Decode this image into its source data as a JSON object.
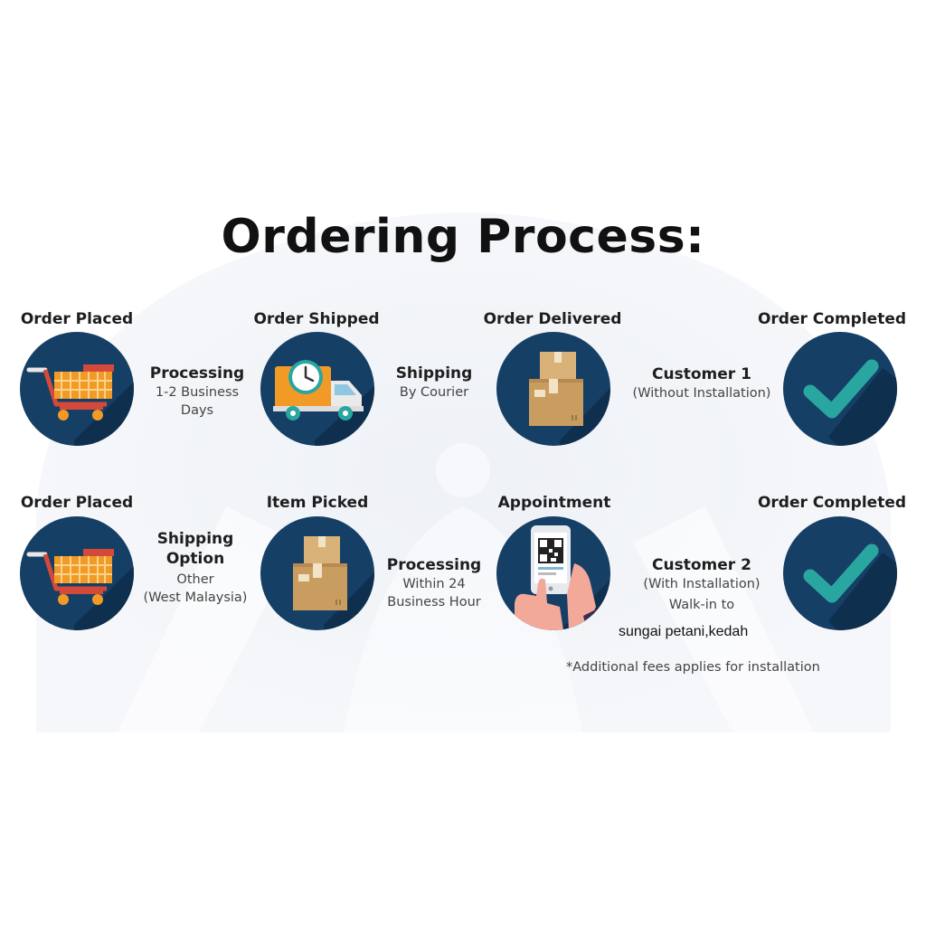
{
  "title": "Ordering Process:",
  "colors": {
    "circle": "#163f66",
    "shadow": "#0f2f4e",
    "teal": "#2aa6a0",
    "cart_orange": "#f29a26"
  },
  "row1": {
    "steps": [
      {
        "label": "Order Placed",
        "icon": "shopping-cart-icon"
      },
      {
        "label": "Order Shipped",
        "icon": "delivery-truck-icon"
      },
      {
        "label": "Order Delivered",
        "icon": "package-boxes-icon"
      },
      {
        "label": "Order Completed",
        "icon": "checkmark-icon"
      }
    ],
    "connectors": [
      {
        "head": "Processing",
        "lines": [
          "1-2 Business",
          "Days"
        ]
      },
      {
        "head": "Shipping",
        "lines": [
          "By Courier"
        ]
      },
      {
        "head": "Customer 1",
        "lines": [
          "(Without Installation)"
        ]
      }
    ]
  },
  "row2": {
    "steps": [
      {
        "label": "Order Placed",
        "icon": "shopping-cart-icon"
      },
      {
        "label": "Item Picked",
        "icon": "package-boxes-icon"
      },
      {
        "label": "Appointment",
        "icon": "phone-qr-icon"
      },
      {
        "label": "Order Completed",
        "icon": "checkmark-icon"
      }
    ],
    "connectors": [
      {
        "head": "Shipping",
        "head2": "Option",
        "lines": [
          "Other",
          "(West Malaysia)"
        ]
      },
      {
        "head": "Processing",
        "lines": [
          "Within 24",
          "Business Hour"
        ]
      },
      {
        "head": "Customer 2",
        "lines": [
          "(With Installation)",
          "Walk-in to"
        ]
      }
    ],
    "location": "sungai petani,kedah",
    "note": "*Additional fees applies for installation"
  }
}
